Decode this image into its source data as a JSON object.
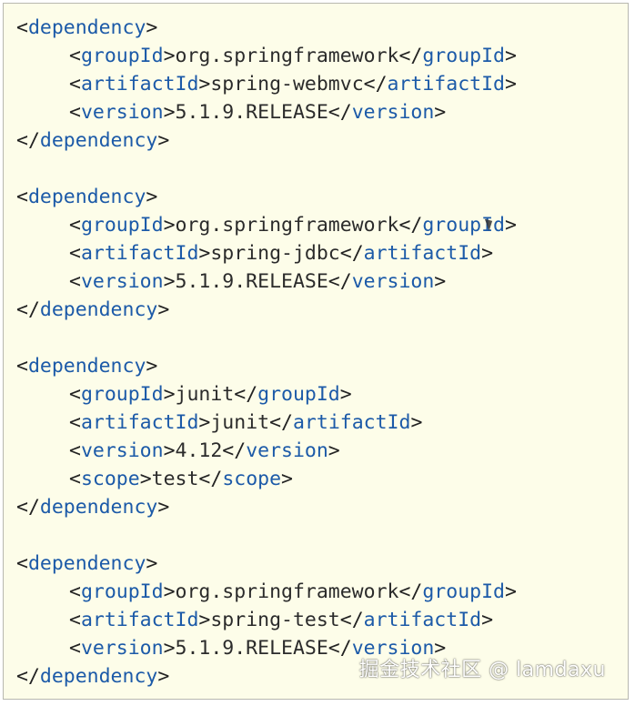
{
  "colors": {
    "background": "#fdfde9",
    "tag": "#1c5aa8",
    "text": "#2b2b2b",
    "border": "#b8b8b0"
  },
  "watermark": "掘金技术社区 @ lamdaxu",
  "lines": [
    {
      "indent": 0,
      "kind": "open",
      "tag": "dependency"
    },
    {
      "indent": 1,
      "kind": "element",
      "tag": "groupId",
      "value": "org.springframework"
    },
    {
      "indent": 1,
      "kind": "element",
      "tag": "artifactId",
      "value": "spring-webmvc"
    },
    {
      "indent": 1,
      "kind": "element",
      "tag": "version",
      "value": "5.1.9.RELEASE"
    },
    {
      "indent": 0,
      "kind": "close",
      "tag": "dependency"
    },
    {
      "indent": 0,
      "kind": "blank"
    },
    {
      "indent": 0,
      "kind": "open",
      "tag": "dependency"
    },
    {
      "indent": 1,
      "kind": "element",
      "tag": "groupId",
      "value": "org.springframework"
    },
    {
      "indent": 1,
      "kind": "element",
      "tag": "artifactId",
      "value": "spring-jdbc"
    },
    {
      "indent": 1,
      "kind": "element",
      "tag": "version",
      "value": "5.1.9.RELEASE"
    },
    {
      "indent": 0,
      "kind": "close",
      "tag": "dependency"
    },
    {
      "indent": 0,
      "kind": "blank"
    },
    {
      "indent": 0,
      "kind": "open",
      "tag": "dependency"
    },
    {
      "indent": 1,
      "kind": "element",
      "tag": "groupId",
      "value": "junit"
    },
    {
      "indent": 1,
      "kind": "element",
      "tag": "artifactId",
      "value": "junit"
    },
    {
      "indent": 1,
      "kind": "element",
      "tag": "version",
      "value": "4.12"
    },
    {
      "indent": 1,
      "kind": "element",
      "tag": "scope",
      "value": "test"
    },
    {
      "indent": 0,
      "kind": "close",
      "tag": "dependency"
    },
    {
      "indent": 0,
      "kind": "blank"
    },
    {
      "indent": 0,
      "kind": "open",
      "tag": "dependency"
    },
    {
      "indent": 1,
      "kind": "element",
      "tag": "groupId",
      "value": "org.springframework"
    },
    {
      "indent": 1,
      "kind": "element",
      "tag": "artifactId",
      "value": "spring-test"
    },
    {
      "indent": 1,
      "kind": "element",
      "tag": "version",
      "value": "5.1.9.RELEASE"
    },
    {
      "indent": 0,
      "kind": "close",
      "tag": "dependency"
    }
  ]
}
